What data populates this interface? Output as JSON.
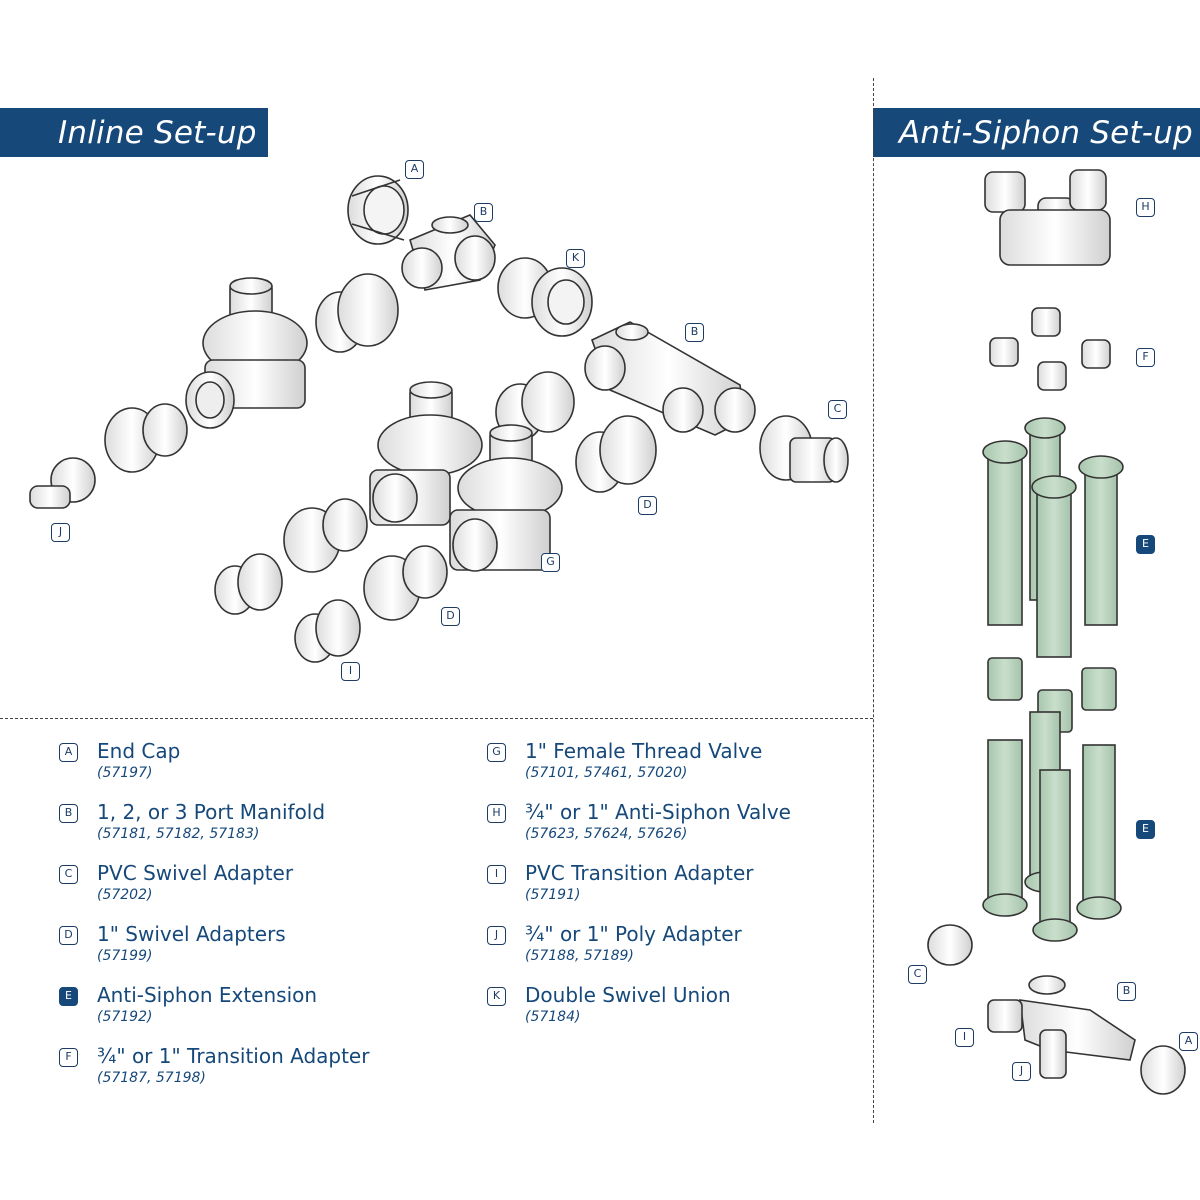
{
  "sections": {
    "inline_title": "Inline Set-up",
    "anti_siphon_title": "Anti-Siphon Set-up"
  },
  "diagram_labels": {
    "inline": [
      "A",
      "B",
      "K",
      "B",
      "C",
      "D",
      "D",
      "G",
      "I",
      "J"
    ],
    "anti": [
      "H",
      "F",
      "E",
      "E",
      "C",
      "B",
      "I",
      "J",
      "A"
    ]
  },
  "legend_left": [
    {
      "letter": "A",
      "name": "End Cap",
      "code": "(57197)"
    },
    {
      "letter": "B",
      "name": "1, 2, or 3 Port Manifold",
      "code": "(57181, 57182, 57183)"
    },
    {
      "letter": "C",
      "name": "PVC Swivel Adapter",
      "code": "(57202)"
    },
    {
      "letter": "D",
      "name": "1\" Swivel Adapters",
      "code": "(57199)"
    },
    {
      "letter": "E",
      "name": "Anti-Siphon Extension",
      "code": "(57192)"
    },
    {
      "letter": "F",
      "name": "¾\" or 1\" Transition Adapter",
      "code": "(57187, 57198)"
    }
  ],
  "legend_right": [
    {
      "letter": "G",
      "name": "1\" Female Thread Valve",
      "code": "(57101, 57461, 57020)"
    },
    {
      "letter": "H",
      "name": "¾\" or 1\" Anti-Siphon Valve",
      "code": "(57623, 57624, 57626)"
    },
    {
      "letter": "I",
      "name": "PVC Transition Adapter",
      "code": "(57191)"
    },
    {
      "letter": "J",
      "name": "¾\" or 1\" Poly Adapter",
      "code": "(57188, 57189)"
    },
    {
      "letter": "K",
      "name": "Double Swivel Union",
      "code": "(57184)"
    }
  ],
  "colors": {
    "banner": "#16487a",
    "text": "#1d3c63",
    "pipe": "#b9d3bd",
    "outline": "#333333"
  }
}
